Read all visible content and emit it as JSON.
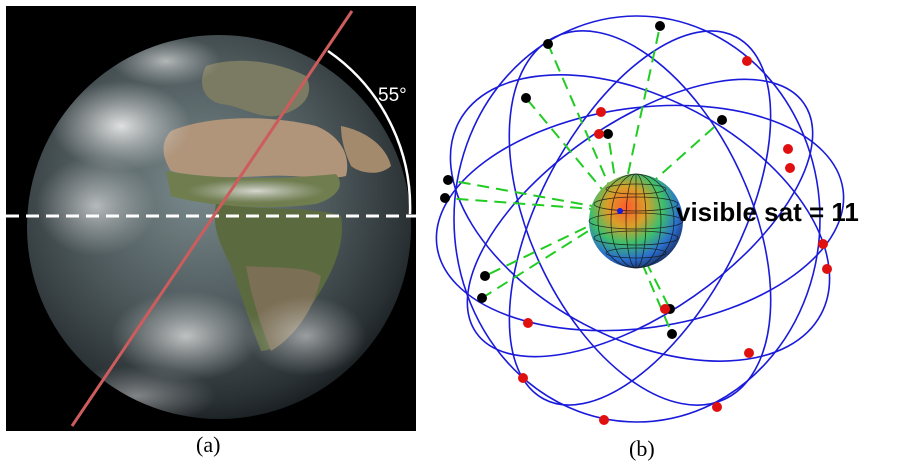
{
  "panel_a": {
    "angle_label": "55°",
    "caption": "(a)"
  },
  "panel_b": {
    "visible_label": "visible sat = 11",
    "caption": "(b)"
  },
  "colors": {
    "orbit_line": "#cd5c5c",
    "equator_dash": "#ffffff",
    "orbit_ring": "#1a1adb",
    "visibility_line": "#22cc22",
    "visible_sat": "#000000",
    "hidden_sat": "#e01010"
  }
}
